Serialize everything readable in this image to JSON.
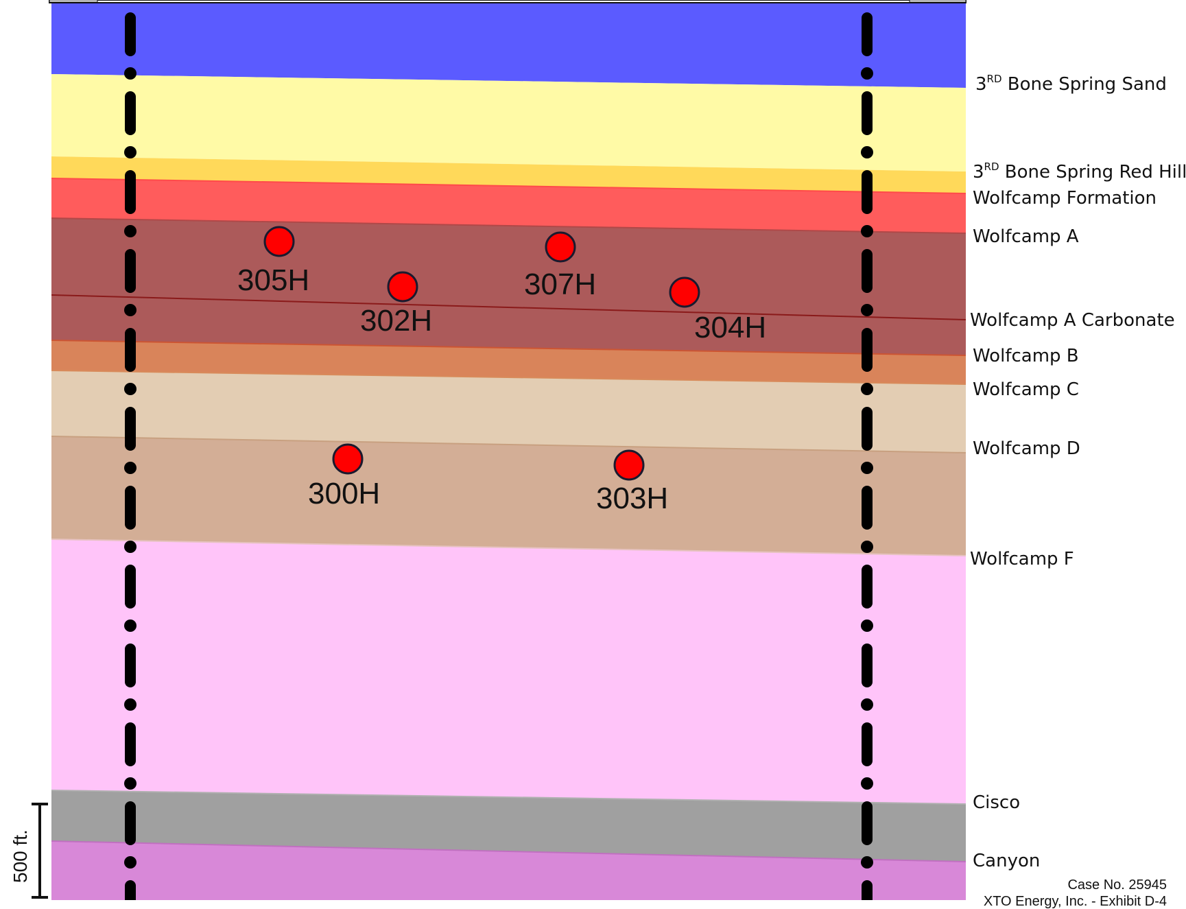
{
  "formations": [
    {
      "id": "third-bone-spring-sand",
      "prefix": "3",
      "sup": "RD",
      "name": "Bone Spring Sand",
      "color": "#fffaa6"
    },
    {
      "id": "third-bone-spring-red-hills",
      "prefix": "3",
      "sup": "RD",
      "name": "Bone Spring Red Hills",
      "color": "#ffd95a"
    },
    {
      "id": "wolfcamp-formation",
      "prefix": "",
      "sup": "",
      "name": "Wolfcamp Formation",
      "color": "#ff5c5c"
    },
    {
      "id": "wolfcamp-a",
      "prefix": "",
      "sup": "",
      "name": "Wolfcamp A",
      "color": "#ac5a5a"
    },
    {
      "id": "wolfcamp-a-carbonate",
      "prefix": "",
      "sup": "",
      "name": "Wolfcamp A Carbonate",
      "color": "#ac5a5a"
    },
    {
      "id": "wolfcamp-b",
      "prefix": "",
      "sup": "",
      "name": "Wolfcamp B",
      "color": "#d9845a"
    },
    {
      "id": "wolfcamp-c",
      "prefix": "",
      "sup": "",
      "name": "Wolfcamp C",
      "color": "#e3cdb3"
    },
    {
      "id": "wolfcamp-d",
      "prefix": "",
      "sup": "",
      "name": "Wolfcamp D",
      "color": "#d3ae96"
    },
    {
      "id": "wolfcamp-f",
      "prefix": "",
      "sup": "",
      "name": "Wolfcamp F",
      "color": "#ffc4f9"
    },
    {
      "id": "cisco",
      "prefix": "",
      "sup": "",
      "name": "Cisco",
      "color": "#a0a0a0"
    },
    {
      "id": "canyon",
      "prefix": "",
      "sup": "",
      "name": "Canyon",
      "color": "#d888d8"
    }
  ],
  "top_layer_color": "#5b5bff",
  "wells": [
    {
      "label": "305H"
    },
    {
      "label": "302H"
    },
    {
      "label": "307H"
    },
    {
      "label": "304H"
    },
    {
      "label": "300H"
    },
    {
      "label": "303H"
    }
  ],
  "well_marker_color": "#ff0000",
  "scale_bar": {
    "label": "500 ft."
  },
  "footer": {
    "case": "Case No. 25945",
    "exhibit": "XTO Energy, Inc. - Exhibit D-4"
  }
}
